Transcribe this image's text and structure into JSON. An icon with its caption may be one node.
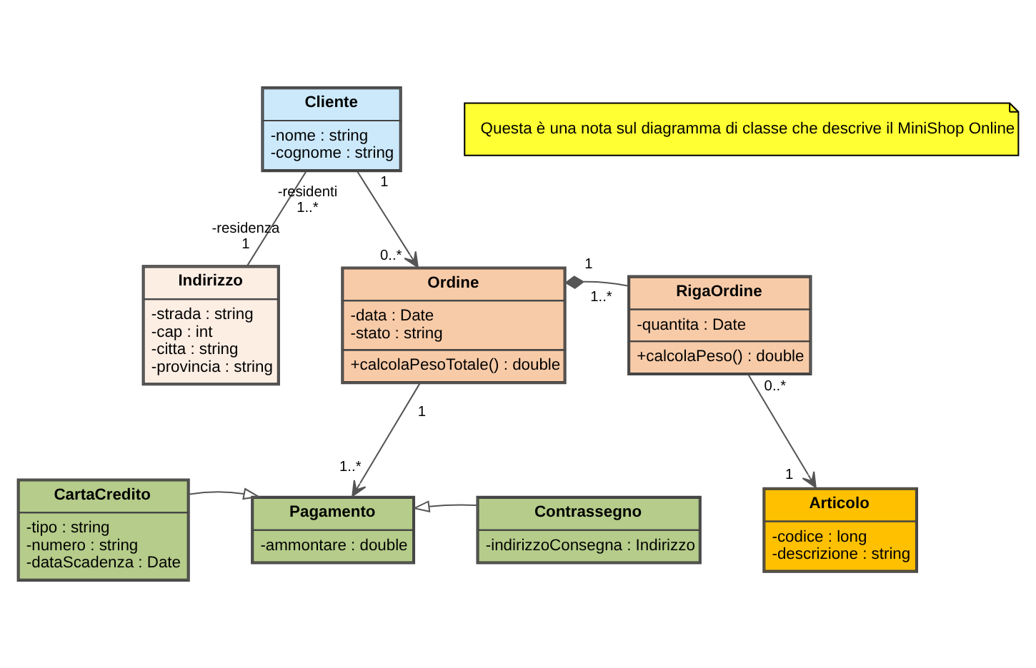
{
  "diagram": {
    "nodes": [
      {
        "text": [
          "Cliente",
          "-nome : string",
          "-cognome : string"
        ]
      },
      {
        "text": [
          "Questa è una nota sul diagramma di classe che descrive il MiniShop Online"
        ]
      },
      {
        "text": [
          "RigaOrdine",
          "-quantita : Date",
          "+calcolaPeso() : double"
        ]
      },
      {
        "text": [
          "Indirizzo",
          "-strada : string",
          "-cap : int",
          "-citta : string",
          "-provincia : string"
        ]
      },
      {
        "text": [
          "Ordine",
          "-data : Date",
          "-stato : string",
          "+calcolaPesoTotale() : double"
        ]
      },
      {
        "text": [
          "Articolo",
          "-codice : long",
          "-descrizione : string"
        ]
      },
      {
        "text": [
          "Pagamento",
          "-ammontare : double"
        ]
      },
      {
        "text": [
          "CartaCredito",
          "-tipo : string",
          "-numero : string",
          "-dataScadenza : Date"
        ]
      },
      {
        "text": [
          "Contrassegno",
          "-indirizzoConsegna : Indirizzo"
        ]
      }
    ],
    "edges": [
      {
        "from": 0,
        "to": 3,
        "arrow": "none"
      },
      {
        "from": 0,
        "to": 4,
        "arrow": "to"
      },
      {
        "from": 2,
        "to": 4,
        "arrow": "other"
      },
      {
        "from": 2,
        "to": 5,
        "arrow": "to"
      },
      {
        "from": 4,
        "to": 6,
        "arrow": "to"
      },
      {
        "from": 7,
        "to": 6,
        "arrow": "to"
      },
      {
        "from": 8,
        "to": 6,
        "arrow": "to"
      }
    ],
    "labels": [
      "-residenti",
      "1..*",
      "1",
      "-residenza",
      "1",
      "0..*",
      "1..*",
      "1",
      "0..*",
      "1",
      "1",
      "1..*"
    ]
  }
}
